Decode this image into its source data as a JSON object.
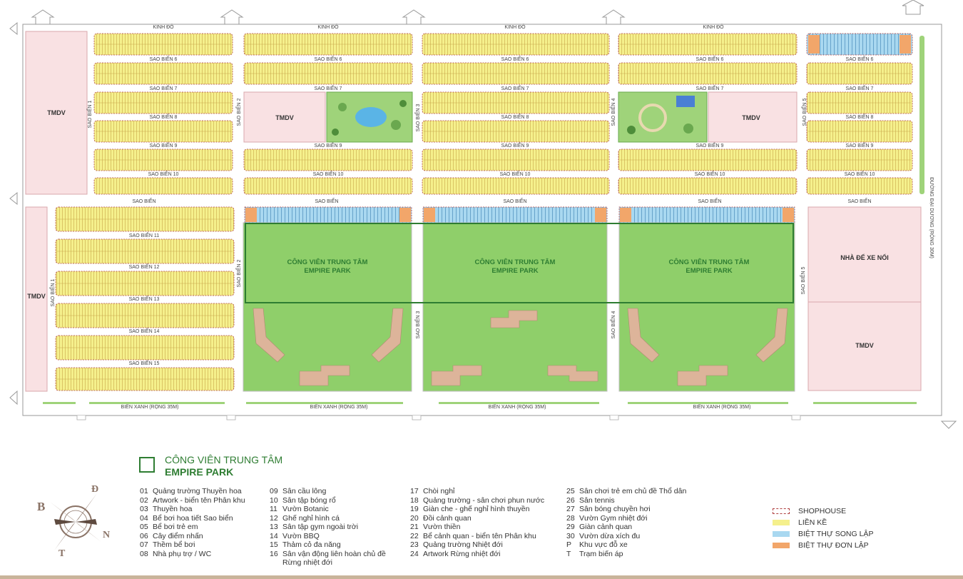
{
  "roads": {
    "kinh_do": "KINH ĐÔ",
    "sao_bien": "SAO BIỂN",
    "sao_bien_1": "SAO BIỂN 1",
    "sao_bien_2": "SAO BIỂN 2",
    "sao_bien_3": "SAO BIỂN 3",
    "sao_bien_4": "SAO BIỂN 4",
    "sao_bien_5": "SAO BIỂN 5",
    "sao_bien_6": "SAO BIỂN 6",
    "sao_bien_7": "SAO BIỂN 7",
    "sao_bien_8": "SAO BIỂN 8",
    "sao_bien_9": "SAO BIỂN 9",
    "sao_bien_10": "SAO BIỂN 10",
    "sao_bien_11": "SAO BIỂN 11",
    "sao_bien_12": "SAO BIỂN 12",
    "sao_bien_13": "SAO BIỂN 13",
    "sao_bien_14": "SAO BIỂN 14",
    "sao_bien_15": "SAO BIỂN 15",
    "bien_xanh": "BIỂN XANH (RỘNG 35M)",
    "dai_duong": "ĐƯỜNG ĐẠI DƯƠNG (RỘNG 30M)"
  },
  "zones": {
    "tmdv": "TMDV",
    "nha_de_xe": "NHÀ ĐỂ XE NỔI",
    "park_line1": "CÔNG VIÊN TRUNG TÂM",
    "park_line2": "EMPIRE PARK"
  },
  "legend": {
    "title_line1": "CÔNG VIÊN TRUNG TÂM",
    "title_line2": "EMPIRE PARK",
    "amenities": [
      {
        "num": "01",
        "label": "Quảng trường Thuyền hoa"
      },
      {
        "num": "02",
        "label": "Artwork - biển tên Phân khu"
      },
      {
        "num": "03",
        "label": "Thuyền hoa"
      },
      {
        "num": "04",
        "label": "Bể bơi hoa tiết Sao biển"
      },
      {
        "num": "05",
        "label": "Bể bơi trẻ em"
      },
      {
        "num": "06",
        "label": "Cây điểm nhấn"
      },
      {
        "num": "07",
        "label": "Thềm bể bơi"
      },
      {
        "num": "08",
        "label": "Nhà phụ trợ / WC"
      },
      {
        "num": "09",
        "label": "Sân cầu lông"
      },
      {
        "num": "10",
        "label": "Sân tập bóng rổ"
      },
      {
        "num": "11",
        "label": "Vườn Botanic"
      },
      {
        "num": "12",
        "label": "Ghế nghỉ hình cá"
      },
      {
        "num": "13",
        "label": "Sân tập gym ngoài trời"
      },
      {
        "num": "14",
        "label": "Vườn BBQ"
      },
      {
        "num": "15",
        "label": "Thảm cỏ đa năng"
      },
      {
        "num": "16",
        "label": "Sân vận động liên hoàn chủ đề"
      },
      {
        "num": "",
        "label": "Rừng nhiệt đới"
      },
      {
        "num": "17",
        "label": "Chòi nghỉ"
      },
      {
        "num": "18",
        "label": "Quảng trường - sân chơi phun nước"
      },
      {
        "num": "19",
        "label": "Giàn che - ghế nghỉ hình thuyền"
      },
      {
        "num": "20",
        "label": "Đồi cảnh quan"
      },
      {
        "num": "21",
        "label": "Vườn thiền"
      },
      {
        "num": "22",
        "label": "Bể cảnh quan - biển tên Phân khu"
      },
      {
        "num": "23",
        "label": "Quảng trường Nhiệt đới"
      },
      {
        "num": "24",
        "label": "Artwork Rừng nhiệt đới"
      },
      {
        "num": "25",
        "label": "Sân chơi trẻ em chủ đề Thổ dân"
      },
      {
        "num": "26",
        "label": "Sân tennis"
      },
      {
        "num": "27",
        "label": "Sân bóng chuyền hơi"
      },
      {
        "num": "28",
        "label": "Vườn Gym nhiệt đới"
      },
      {
        "num": "29",
        "label": "Giàn cảnh quan"
      },
      {
        "num": "30",
        "label": "Vườn dừa xích đu"
      },
      {
        "num": "P",
        "label": "Khu vực đỗ xe"
      },
      {
        "num": "T",
        "label": "Trạm biến áp"
      }
    ],
    "categories": [
      {
        "label": "SHOPHOUSE",
        "color": "#ffffff",
        "border": "#b04040",
        "dashed": true
      },
      {
        "label": "LIỀN KỀ",
        "color": "#f5f08c",
        "border": "#f5f08c",
        "dashed": false
      },
      {
        "label": "BIỆT THỰ SONG LẬP",
        "color": "#a9d8f0",
        "border": "#a9d8f0",
        "dashed": false
      },
      {
        "label": "BIỆT THỰ ĐƠN LẬP",
        "color": "#f2a66a",
        "border": "#f2a66a",
        "dashed": false
      }
    ]
  },
  "compass": {
    "north": "N",
    "south": "T",
    "east": "Đ",
    "west": "B"
  },
  "colors": {
    "lien_ke": "#f5f08c",
    "song_lap": "#a9d8f0",
    "don_lap": "#f2a66a",
    "tmdv": "#f9e1e3",
    "park": "#8fcf6a",
    "park_border": "#2e7d32",
    "shophouse_dash": "#b04040",
    "building": "#ddb49a"
  }
}
